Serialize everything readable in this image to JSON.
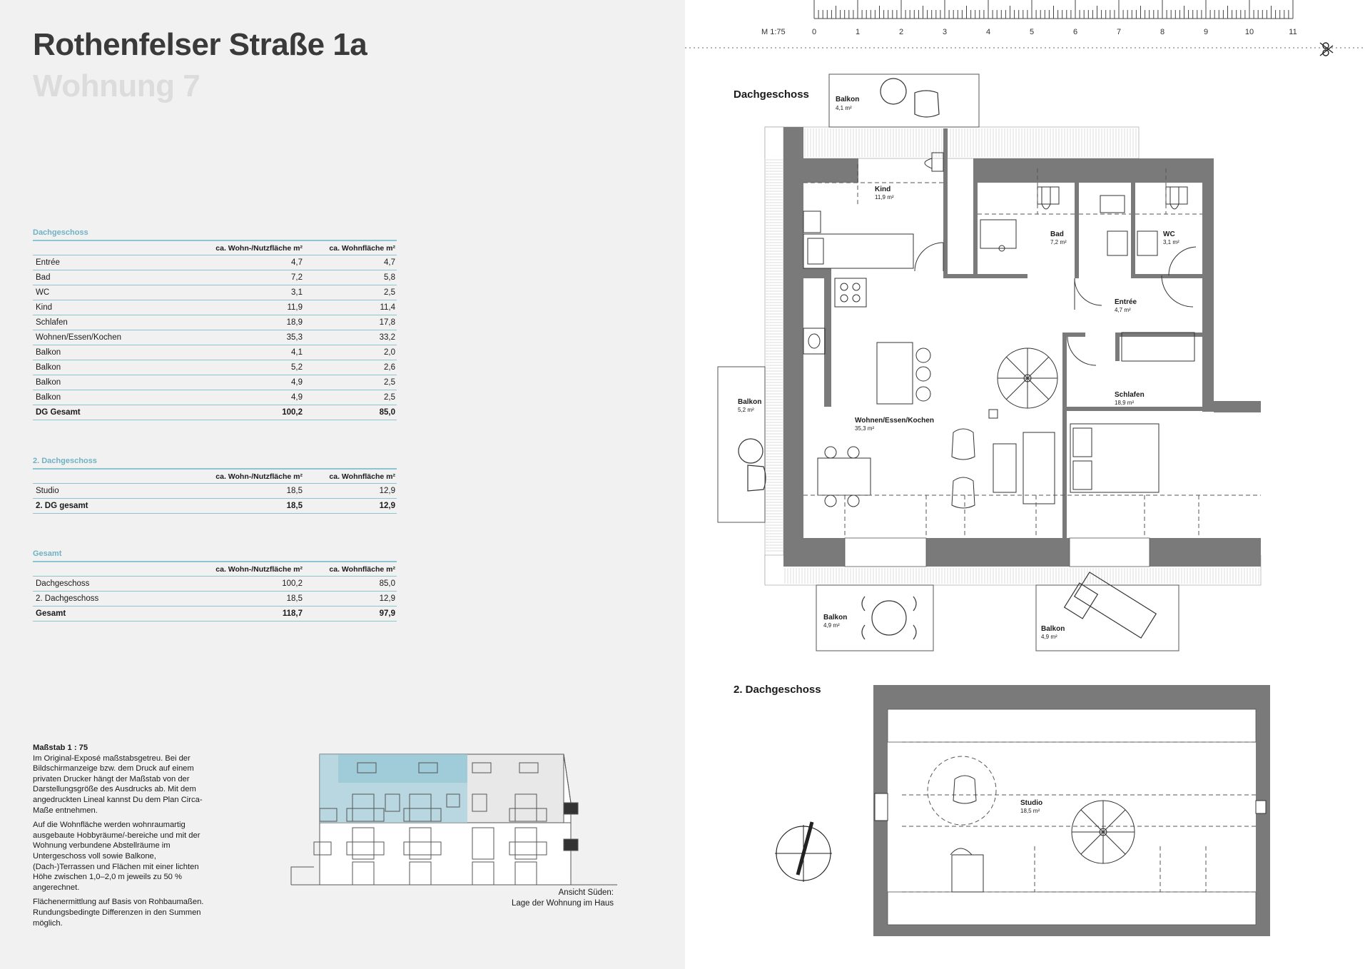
{
  "header": {
    "title": "Rothenfelser Straße 1a",
    "subtitle": "Wohnung 7"
  },
  "tables": {
    "dg": {
      "section": "Dachgeschoss",
      "col1": "ca. Wohn-/Nutzfläche m²",
      "col2": "ca. Wohnfläche m²",
      "rows": [
        [
          "Entrée",
          "4,7",
          "4,7"
        ],
        [
          "Bad",
          "7,2",
          "5,8"
        ],
        [
          "WC",
          "3,1",
          "2,5"
        ],
        [
          "Kind",
          "11,9",
          "11,4"
        ],
        [
          "Schlafen",
          "18,9",
          "17,8"
        ],
        [
          "Wohnen/Essen/Kochen",
          "35,3",
          "33,2"
        ],
        [
          "Balkon",
          "4,1",
          "2,0"
        ],
        [
          "Balkon",
          "5,2",
          "2,6"
        ],
        [
          "Balkon",
          "4,9",
          "2,5"
        ],
        [
          "Balkon",
          "4,9",
          "2,5"
        ]
      ],
      "total": [
        "DG Gesamt",
        "100,2",
        "85,0"
      ]
    },
    "dg2": {
      "section": "2. Dachgeschoss",
      "col1": "ca. Wohn-/Nutzfläche m²",
      "col2": "ca. Wohnfläche m²",
      "rows": [
        [
          "Studio",
          "18,5",
          "12,9"
        ]
      ],
      "total": [
        "2. DG gesamt",
        "18,5",
        "12,9"
      ]
    },
    "gesamt": {
      "section": "Gesamt",
      "col1": "ca. Wohn-/Nutzfläche m²",
      "col2": "ca. Wohnfläche m²",
      "rows": [
        [
          "Dachgeschoss",
          "100,2",
          "85,0"
        ],
        [
          "2. Dachgeschoss",
          "18,5",
          "12,9"
        ]
      ],
      "total": [
        "Gesamt",
        "118,7",
        "97,9"
      ]
    }
  },
  "notes": {
    "title": "Maßstab 1 : 75",
    "p1": "Im Original-Exposé maßstabsgetreu. Bei der Bildschirmanzeige bzw. dem Druck auf einem privaten Drucker hängt der Maßstab von der Darstellungsgröße des Ausdrucks ab. Mit dem angedruckten Lineal kannst Du dem Plan Circa-Maße entnehmen.",
    "p2": "Auf die Wohnfläche werden wohnraumartig ausgebaute Hobbyräume/-bereiche und mit der Wohnung verbundene Abstellräume im Untergeschoss voll sowie Balkone, (Dach-)Terrassen und Flächen mit einer lichten Höhe zwischen 1,0–2,0 m jeweils zu 50 % angerechnet.",
    "p3": "Flächenermittlung auf Basis von Rohbaumaßen. Rundungsbedingte Differenzen in den Summen möglich."
  },
  "elevation": {
    "caption1": "Ansicht Süden:",
    "caption2": "Lage der Wohnung im Haus"
  },
  "ruler": {
    "scale": "M 1:75",
    "ticks": [
      "0",
      "1",
      "2",
      "3",
      "4",
      "5",
      "6",
      "7",
      "8",
      "9",
      "10",
      "11"
    ]
  },
  "plan": {
    "floor1": "Dachgeschoss",
    "floor2": "2. Dachgeschoss",
    "rooms": {
      "balkon_top": {
        "name": "Balkon",
        "area": "4,1 m²"
      },
      "kind": {
        "name": "Kind",
        "area": "11,9 m²"
      },
      "bad": {
        "name": "Bad",
        "area": "7,2 m²"
      },
      "wc": {
        "name": "WC",
        "area": "3,1 m²"
      },
      "entree": {
        "name": "Entrée",
        "area": "4,7 m²"
      },
      "balkon_left": {
        "name": "Balkon",
        "area": "5,2 m²"
      },
      "schlafen": {
        "name": "Schlafen",
        "area": "18,9 m²"
      },
      "wohnen": {
        "name": "Wohnen/Essen/Kochen",
        "area": "35,3 m²"
      },
      "balkon_bl": {
        "name": "Balkon",
        "area": "4,9 m²"
      },
      "balkon_br": {
        "name": "Balkon",
        "area": "4,9 m²"
      },
      "studio": {
        "name": "Studio",
        "area": "18,5 m²"
      }
    }
  },
  "colors": {
    "accent": "#8cc4d4",
    "wall": "#7a7a7a",
    "highlight": "#a9d2de"
  }
}
